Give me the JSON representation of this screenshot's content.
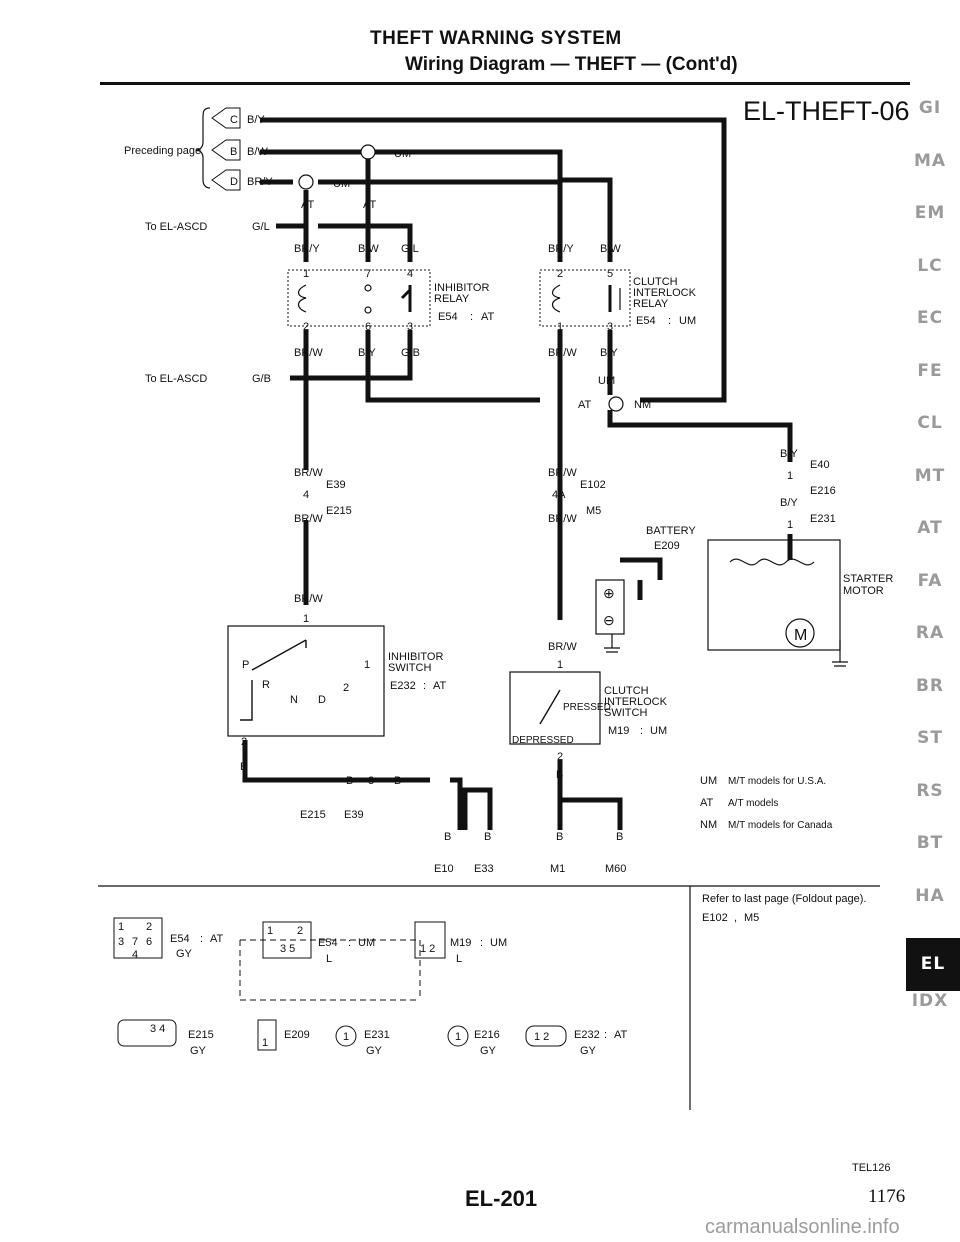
{
  "header": {
    "title": "THEFT WARNING SYSTEM",
    "subtitle": "Wiring Diagram — THEFT — (Cont'd)",
    "diagram_id": "EL-THEFT-06"
  },
  "tabs": [
    "GI",
    "MA",
    "EM",
    "LC",
    "EC",
    "FE",
    "CL",
    "MT",
    "AT",
    "FA",
    "RA",
    "BR",
    "ST",
    "RS",
    "BT",
    "HA",
    "EL",
    "IDX"
  ],
  "active_tab": "EL",
  "diagram": {
    "preceding_page": "Preceding page",
    "to_ascd_top": "To EL-ASCD",
    "to_ascd_bottom": "To EL-ASCD",
    "inputs": [
      {
        "letter": "C",
        "wire": "B/Y"
      },
      {
        "letter": "B",
        "wire": "B/W"
      },
      {
        "letter": "D",
        "wire": "BR/Y"
      }
    ],
    "wires": {
      "gl": "G/L",
      "gb": "G/B",
      "bry": "BR/Y",
      "bw": "B/W",
      "brw": "BR/W",
      "by": "B/Y",
      "b": "B"
    },
    "components": {
      "inhibitor_relay": [
        "INHIBITOR",
        "RELAY"
      ],
      "clutch_relay": [
        "CLUTCH",
        "INTERLOCK",
        "RELAY"
      ],
      "battery": "BATTERY",
      "starter": [
        "STARTER",
        "MOTOR"
      ],
      "inhibitor_switch": [
        "INHIBITOR",
        "SWITCH"
      ],
      "clutch_switch": [
        "CLUTCH",
        "INTERLOCK",
        "SWITCH"
      ],
      "pressed": "PRESSED",
      "depressed": "DEPRESSED",
      "motor_symbol": "M"
    },
    "positions": {
      "p": "P",
      "r": "R",
      "n": "N",
      "d": "D",
      "one": "1",
      "two": "2"
    },
    "options": {
      "um": "UM",
      "at": "AT",
      "nm": "NM"
    },
    "connectors": {
      "e54": "E54",
      "e39": "E39",
      "e215": "E215",
      "e102": "E102",
      "m5": "M5",
      "e40": "E40",
      "e216": "E216",
      "e231": "E231",
      "e209": "E209",
      "e232": "E232",
      "m19": "M19",
      "e10": "E10",
      "e33": "E33",
      "m1": "M1",
      "m60": "M60"
    },
    "pins": {
      "p1": "1",
      "p2": "2",
      "p3": "3",
      "p4": "4",
      "p5": "5",
      "p6": "6",
      "p7": "7",
      "p4a": "4A",
      "p12": "1 2",
      "p35": "3 5",
      "p34": "3 4"
    },
    "colors": {
      "gy": "GY",
      "l": "L"
    },
    "separator": ":",
    "comma": ","
  },
  "legend": [
    {
      "code": "UM",
      "text": "M/T models for U.S.A."
    },
    {
      "code": "AT",
      "text": "A/T models"
    },
    {
      "code": "NM",
      "text": "M/T models for Canada"
    }
  ],
  "refer_text": "Refer to last page (Foldout page).",
  "footer": {
    "code": "TEL126",
    "page": "EL-201",
    "folio": "1176",
    "watermark": "carmanualsonline.info"
  }
}
